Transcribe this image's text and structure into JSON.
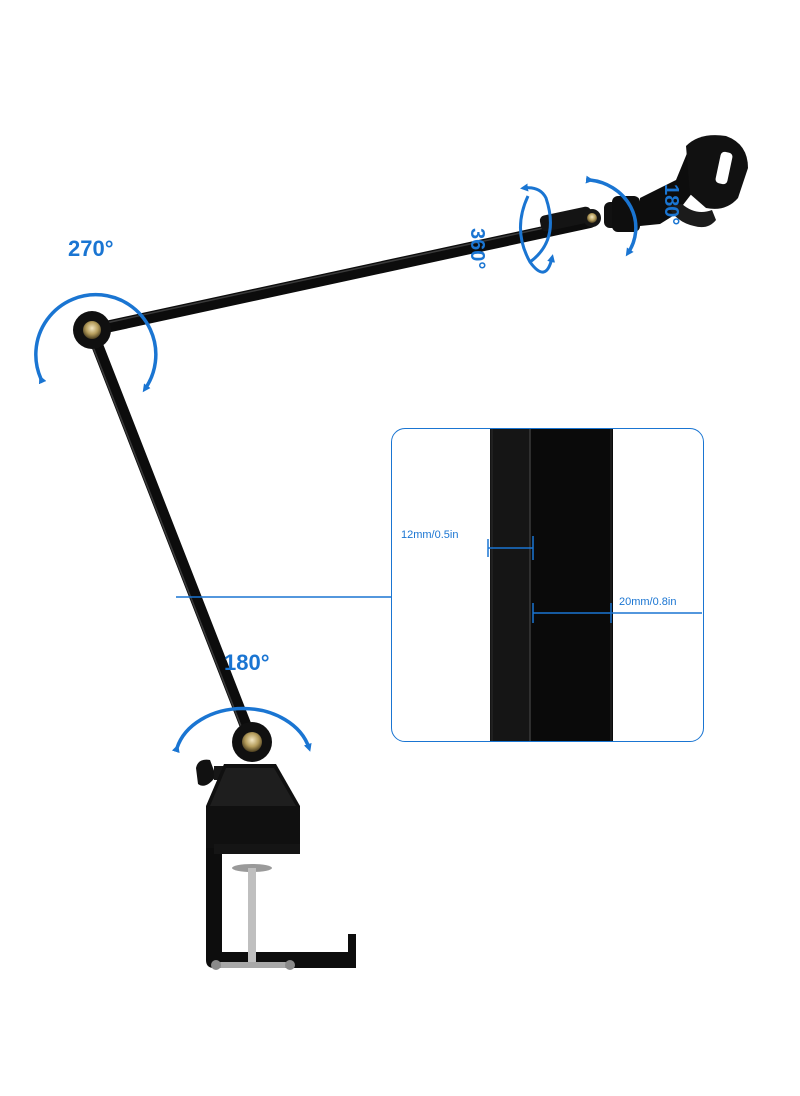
{
  "rotations": {
    "shoulder": "270°",
    "base": "180°",
    "head_spin": "360°",
    "head_tilt": "180°"
  },
  "detail": {
    "narrow_width": "12mm/0.5in",
    "wide_width": "20mm/0.8in"
  },
  "colors": {
    "accent": "#1a75d2",
    "arm": "#0c0c0c"
  }
}
